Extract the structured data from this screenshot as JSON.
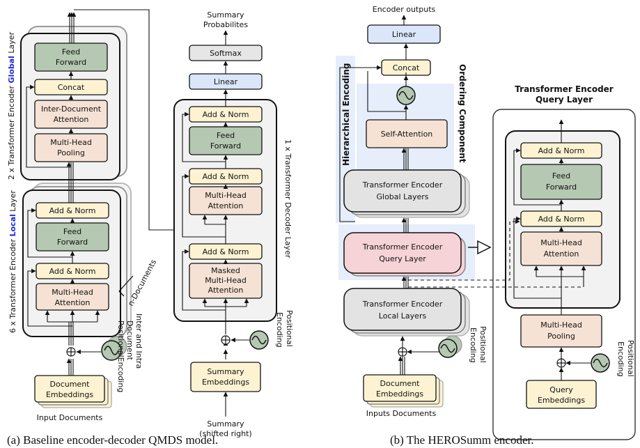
{
  "left": {
    "input_documents": "Input Documents",
    "document_embeddings": [
      "Document",
      "Embeddings"
    ],
    "positional_encoding_label": [
      "Inter and Intra",
      "Document",
      "PositionalEncoding"
    ],
    "local_layer_label": {
      "prefix": "6 x Transformer Encoder ",
      "highlight": "Local",
      "suffix": " Layer"
    },
    "global_layer_label": {
      "prefix": "2 x Transformer Encoder ",
      "highlight": "Global",
      "suffix": " Layer"
    },
    "local_blocks": {
      "mha": [
        "Multi-Head",
        "Attention"
      ],
      "add_norm": "Add & Norm",
      "feed_forward": [
        "Feed",
        "Forward"
      ]
    },
    "n_documents": "n-Documents",
    "global_blocks": {
      "pooling": [
        "Multi-Head",
        "Pooling"
      ],
      "inter_doc": [
        "Inter-Document",
        "Attention"
      ],
      "concat": "Concat",
      "feed_forward": [
        "Feed",
        "Forward"
      ]
    }
  },
  "decoder": {
    "summary_output": [
      "Summary",
      "Probabilites"
    ],
    "softmax": "Softmax",
    "linear": "Linear",
    "add_norm": "Add & Norm",
    "feed_forward": [
      "Feed",
      "Forward"
    ],
    "mha": [
      "Multi-Head",
      "Attention"
    ],
    "masked_mha": [
      "Masked",
      "Multi-Head",
      "Attention"
    ],
    "layer_label": "1 x Transformer Decoder Layer",
    "positional_encoding": [
      "Positional",
      "Encoding"
    ],
    "summary_embeddings": [
      "Summary",
      "Embeddings"
    ],
    "summary_input": [
      "Summary",
      "(shifted right)"
    ]
  },
  "caption_a": "(a) Baseline encoder-decoder QMDS model.",
  "heros": {
    "encoder_outputs": "Encoder outputs",
    "linear": "Linear",
    "concat": "Concat",
    "hierarchical_encoding": "Hierarchical Encoding",
    "ordering_component": "Ordering Component",
    "self_attention": "Self-Attention",
    "global_layers": [
      "Transformer Encoder",
      "Global Layers"
    ],
    "query_layer": [
      "Transformer Encoder",
      "Query Layer"
    ],
    "local_layers": [
      "Transformer Encoder",
      "Local Layers"
    ],
    "positional_encoding": [
      "Positional",
      "Encoding"
    ],
    "document_embeddings": [
      "Document",
      "Embeddings"
    ],
    "inputs_documents": "Inputs Documents"
  },
  "query_layer_detail": {
    "title": [
      "Transformer Encoder",
      "Query Layer"
    ],
    "add_norm": "Add & Norm",
    "feed_forward": [
      "Feed",
      "Forward"
    ],
    "mha": [
      "Multi-Head",
      "Attention"
    ],
    "pooling": [
      "Multi-Head",
      "Pooling"
    ],
    "positional_encoding": [
      "Positional",
      "Encoding"
    ],
    "query_embeddings": [
      "Query",
      "Embeddings"
    ]
  },
  "caption_b": "(b) The HEROSumm encoder.",
  "colors": {
    "add_norm": "#fdf3d2",
    "feed_forward": "#b5c8b2",
    "attention": "#f6e2d4",
    "embeddings": "#fdf3d2",
    "linear": "#dbe6fa",
    "softmax": "#e6e6e6",
    "encoder_gray": "#e3e3e3",
    "query_pink": "#f5d3d6",
    "panel_bg": "#f2f2f2",
    "highlight_blue": "#e6eefb",
    "oscillator": "#b5c8b2",
    "keyword_blue": "#1f2ad8"
  }
}
